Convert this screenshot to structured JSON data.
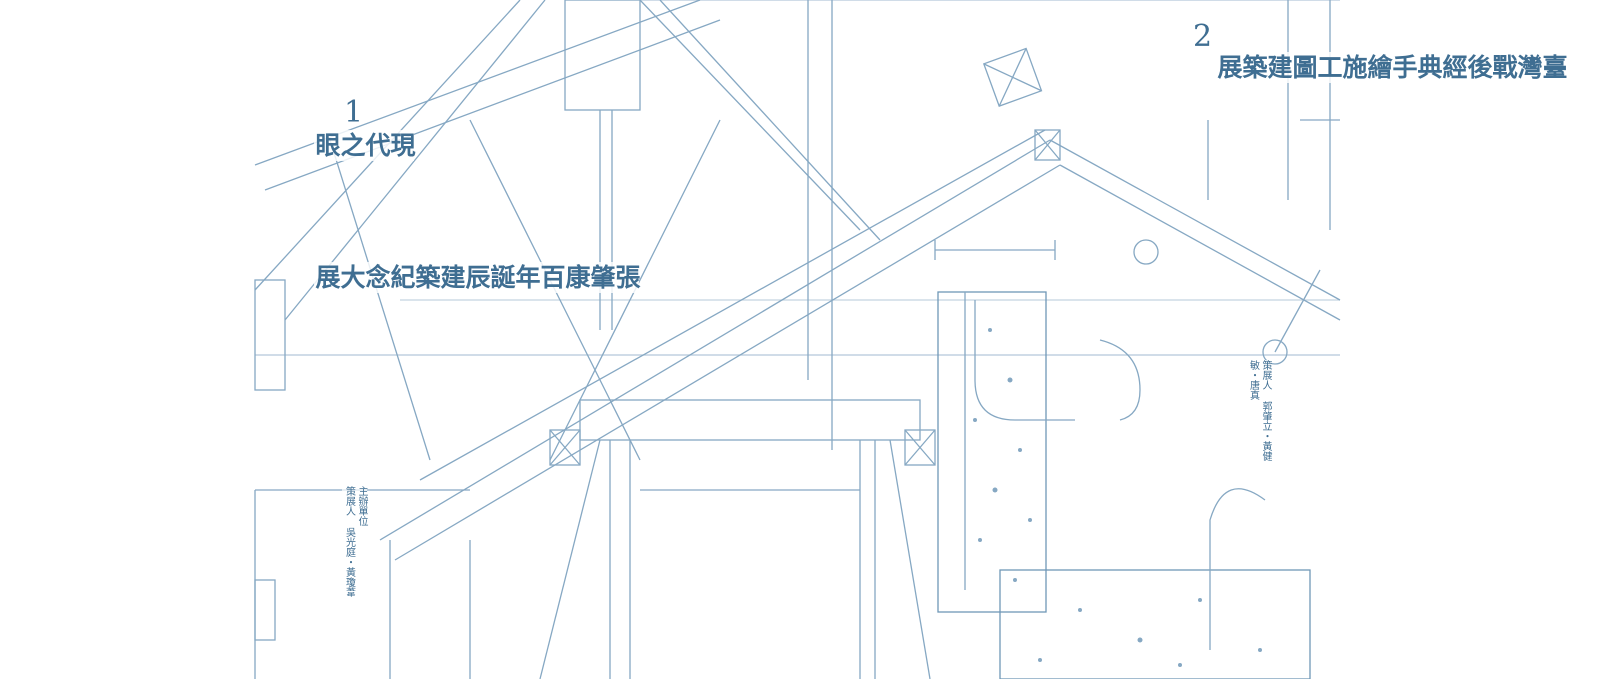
{
  "exhibit_1": {
    "number": "1",
    "title": "現代之眼",
    "subtitle": "張肇康百年誕辰建築紀念大展",
    "credits": [
      "主辦單位",
      "策展人 吳光庭・黃瓊葦"
    ]
  },
  "exhibit_2": {
    "number": "2",
    "title": "臺灣戰後經典手繪施工圖建築展",
    "credits": [
      "策展人 郭肇立・黃健敏・唐真"
    ]
  },
  "colors": {
    "ink": "#3f6e92",
    "line": "#7fa3c0",
    "paper": "#ffffff"
  }
}
